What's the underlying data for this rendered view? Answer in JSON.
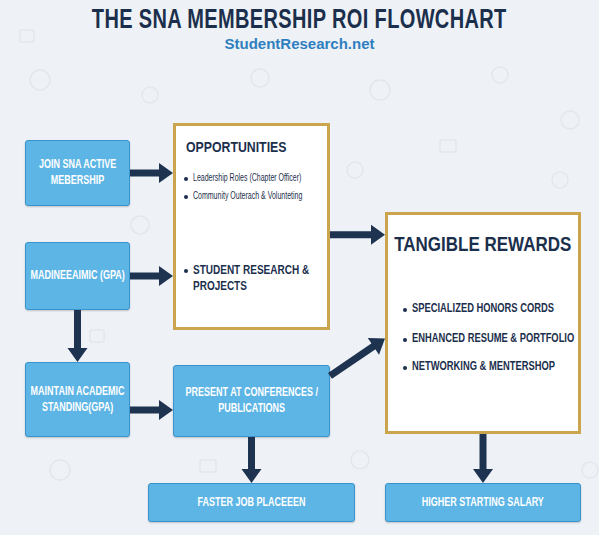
{
  "diagram": {
    "title": "THE SNA MEMBERSHIP ROI FLOWCHART",
    "nodes": [
      {
        "text": [
          "JOIN SNA ACTIVE MEBERSHIP"
        ]
      },
      {
        "text": [
          "OPPORTUNITIES",
          "Leadership Roles (Chapter Officer)",
          "Community Outerach & Volunteting",
          "STUDENT RESEARCH & PROJECTS"
        ]
      },
      {
        "text": [
          "MADINEEAIMIC (GPA)"
        ]
      },
      {
        "text": [
          "MAINTAIN ACADEMIC STANDING(GPA)"
        ]
      },
      {
        "text": [
          "PRESENT AT CONFERENCES / PUBLICATIONS"
        ]
      },
      {
        "text": [
          "FASTER JOB PLACEEEN"
        ]
      },
      {
        "text": [
          "TANGIBLE REWARDS",
          "SPECIALIZED HONORS CORDS",
          "ENHANCED RESUME & PORTFOLIO",
          "NETWORKING & MENTERSHOP"
        ]
      },
      {
        "text": [
          "HIGHER STARTING SALARY"
        ]
      }
    ],
    "edges": [
      {
        "from": 0,
        "to": 1,
        "arrow": "to"
      },
      {
        "from": 2,
        "to": 1,
        "arrow": "to"
      },
      {
        "from": 2,
        "to": 3,
        "arrow": "to"
      },
      {
        "from": 1,
        "to": 6,
        "arrow": "to"
      },
      {
        "from": 3,
        "to": 4,
        "arrow": "to"
      },
      {
        "from": 4,
        "to": 6,
        "arrow": "to"
      },
      {
        "from": 4,
        "to": 5,
        "arrow": "to"
      },
      {
        "from": 6,
        "to": 7,
        "arrow": "to"
      }
    ],
    "labels": [
      "StudentResearch.net"
    ]
  }
}
